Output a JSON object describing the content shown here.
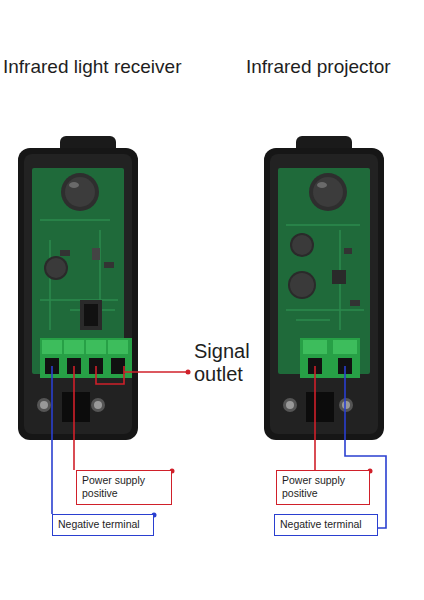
{
  "diagram": {
    "nodes": [
      {
        "text": [
          "Power supply positive"
        ]
      },
      {
        "text": [
          "Negative terminal"
        ]
      },
      {
        "text": [
          "Power supply positive"
        ]
      },
      {
        "text": [
          "Negative terminal"
        ]
      }
    ],
    "labels": [
      "Infrared light receiver",
      "Infrared projector",
      "Signal outlet"
    ]
  }
}
